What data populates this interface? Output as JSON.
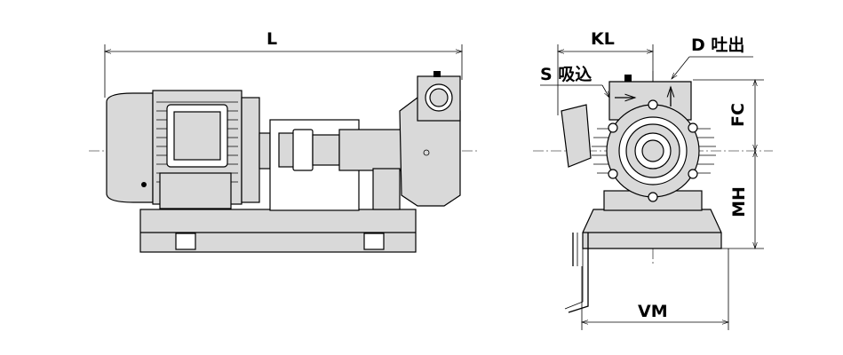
{
  "side_view": {
    "dimension_L": "L"
  },
  "front_view": {
    "dimension_KL": "KL",
    "discharge_label": "D 吐出",
    "suction_label": "S 吸込",
    "dimension_FC": "FC",
    "dimension_MH": "MH",
    "dimension_VM": "VM"
  }
}
